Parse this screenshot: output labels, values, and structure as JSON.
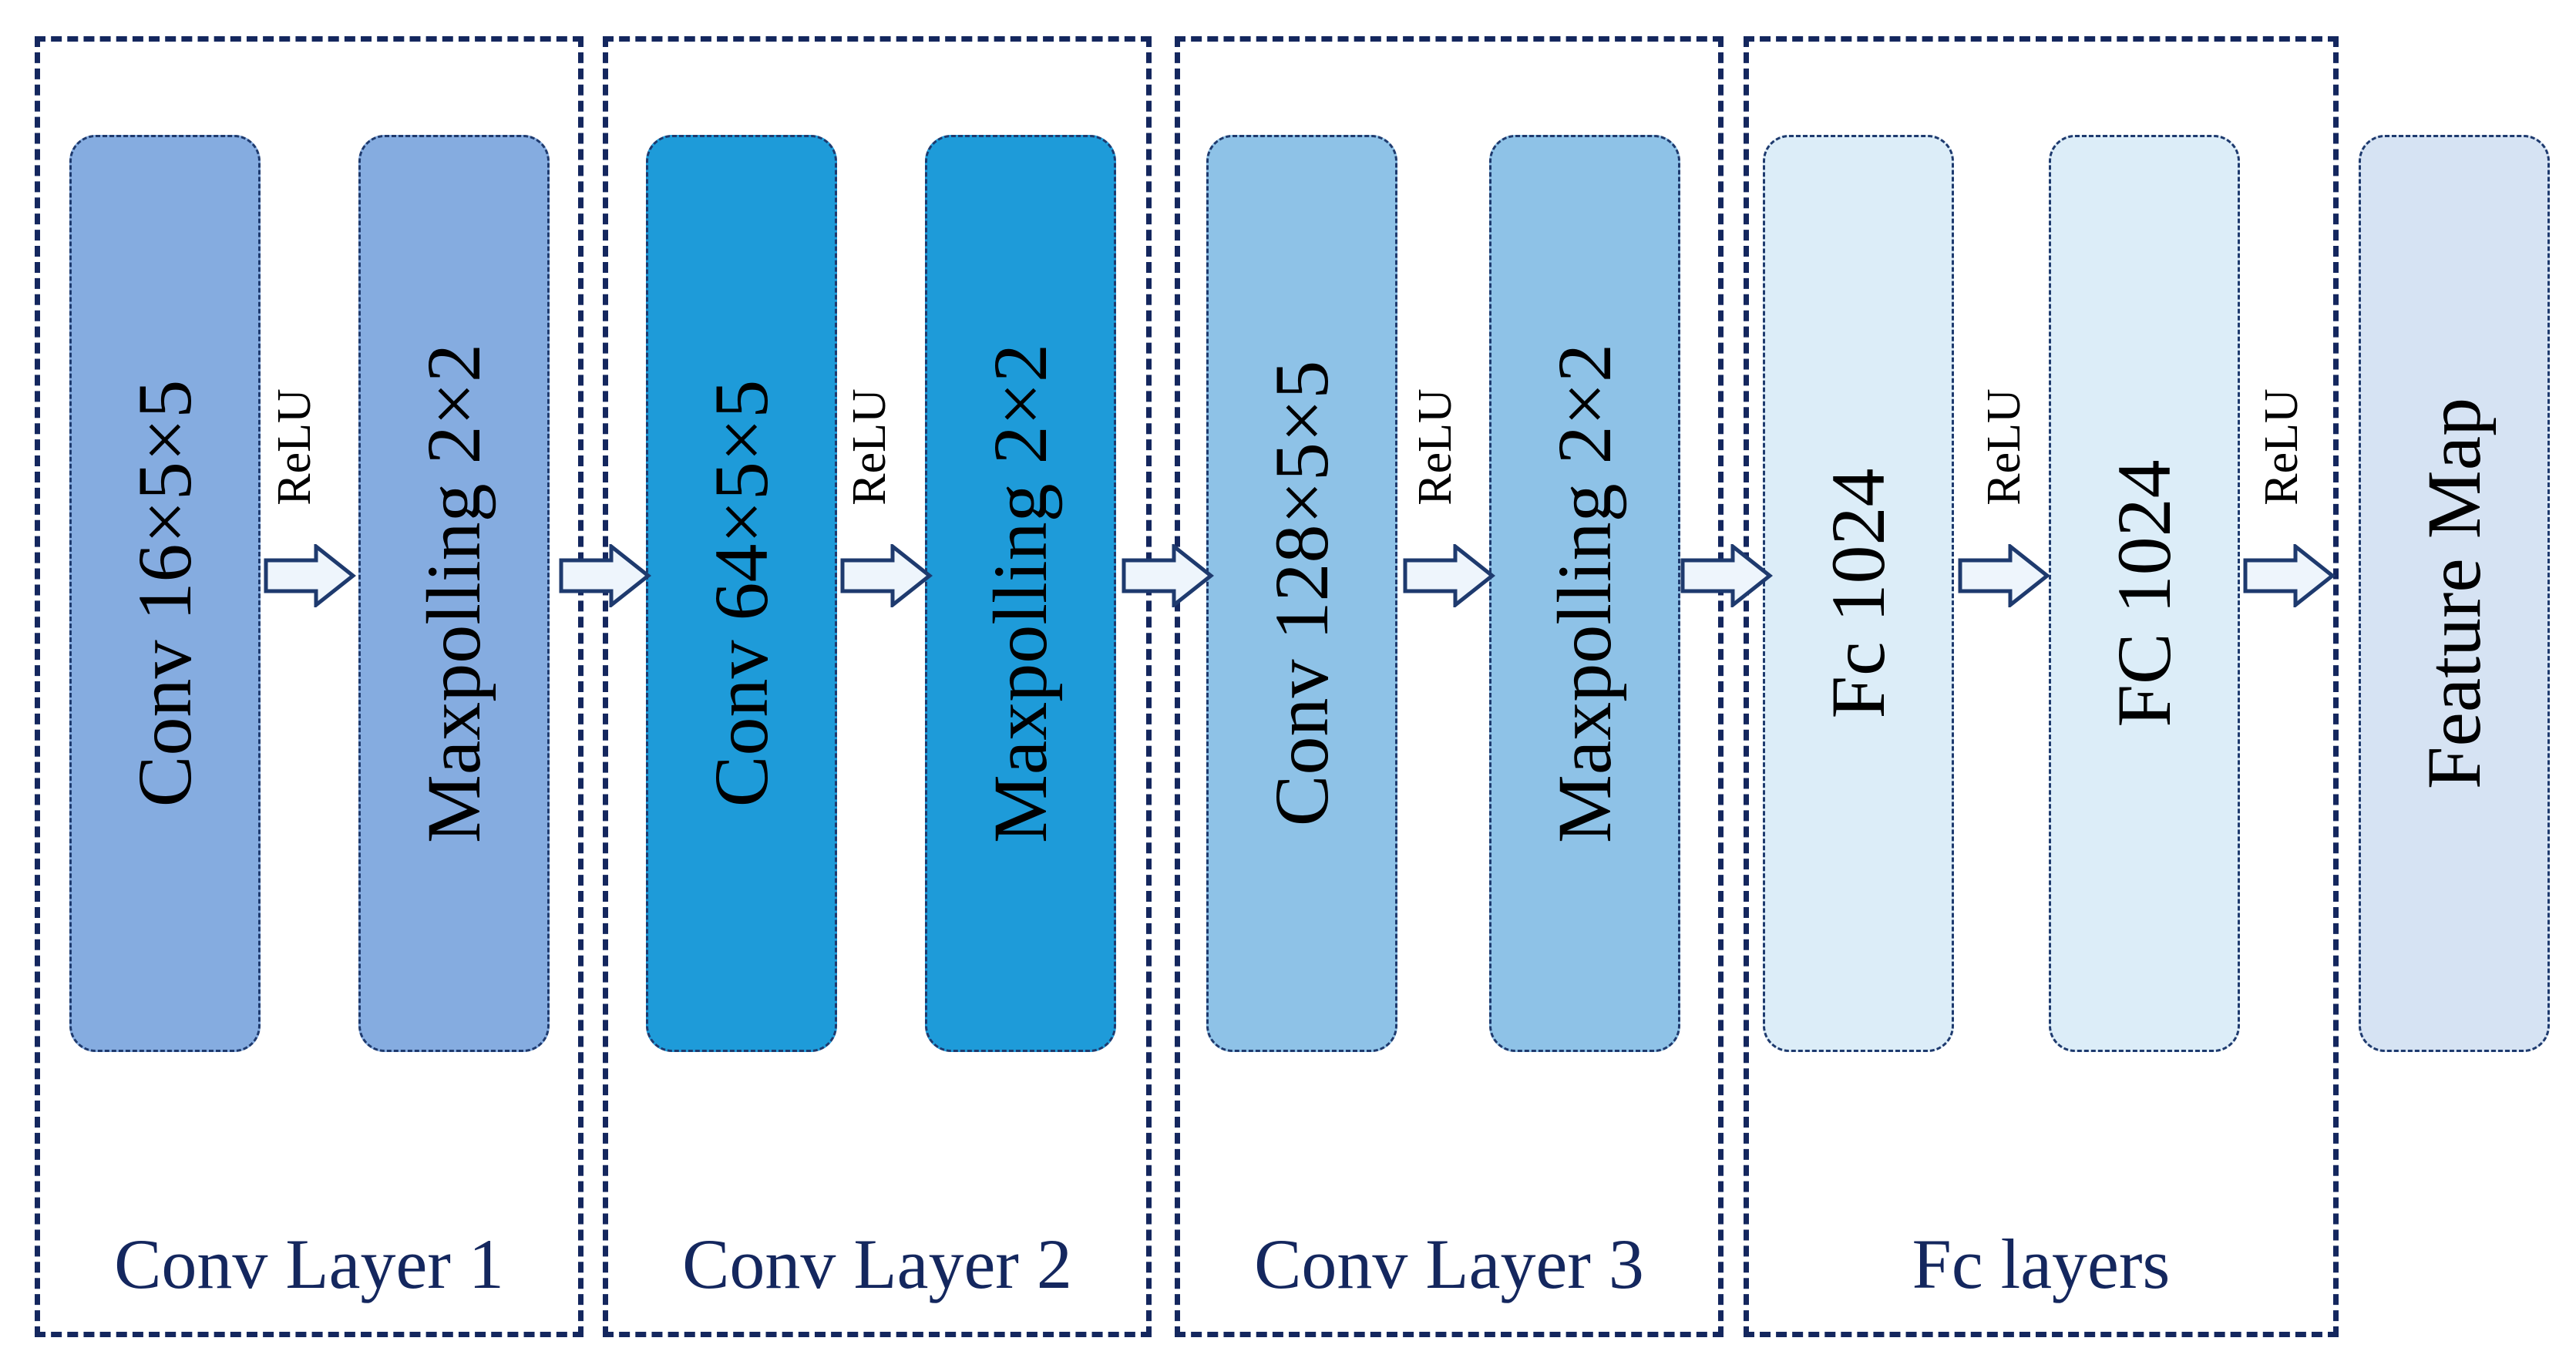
{
  "groups": [
    {
      "label": "Conv Layer 1"
    },
    {
      "label": "Conv Layer 2"
    },
    {
      "label": "Conv Layer 3"
    },
    {
      "label": "Fc layers"
    }
  ],
  "blocks": [
    {
      "label": "Conv 16×5×5",
      "color": "#85ace0"
    },
    {
      "label": "Maxpolling 2×2",
      "color": "#85ace0"
    },
    {
      "label": "Conv 64×5×5",
      "color": "#1e9bd9"
    },
    {
      "label": "Maxpolling 2×2",
      "color": "#1e9bd9"
    },
    {
      "label": "Conv 128×5×5",
      "color": "#8ec2e7"
    },
    {
      "label": "Maxpolling 2×2",
      "color": "#8ec2e7"
    },
    {
      "label": "Fc 1024",
      "color": "#dcedf8"
    },
    {
      "label": "FC 1024",
      "color": "#dcedf8"
    },
    {
      "label": "Feature Map",
      "color": "#d6e3f3"
    }
  ],
  "activations": {
    "relu": "ReLU"
  },
  "colors": {
    "border": "#14275e",
    "arrow_outline": "#1e3a6e",
    "arrow_fill": "#eef5fc"
  }
}
